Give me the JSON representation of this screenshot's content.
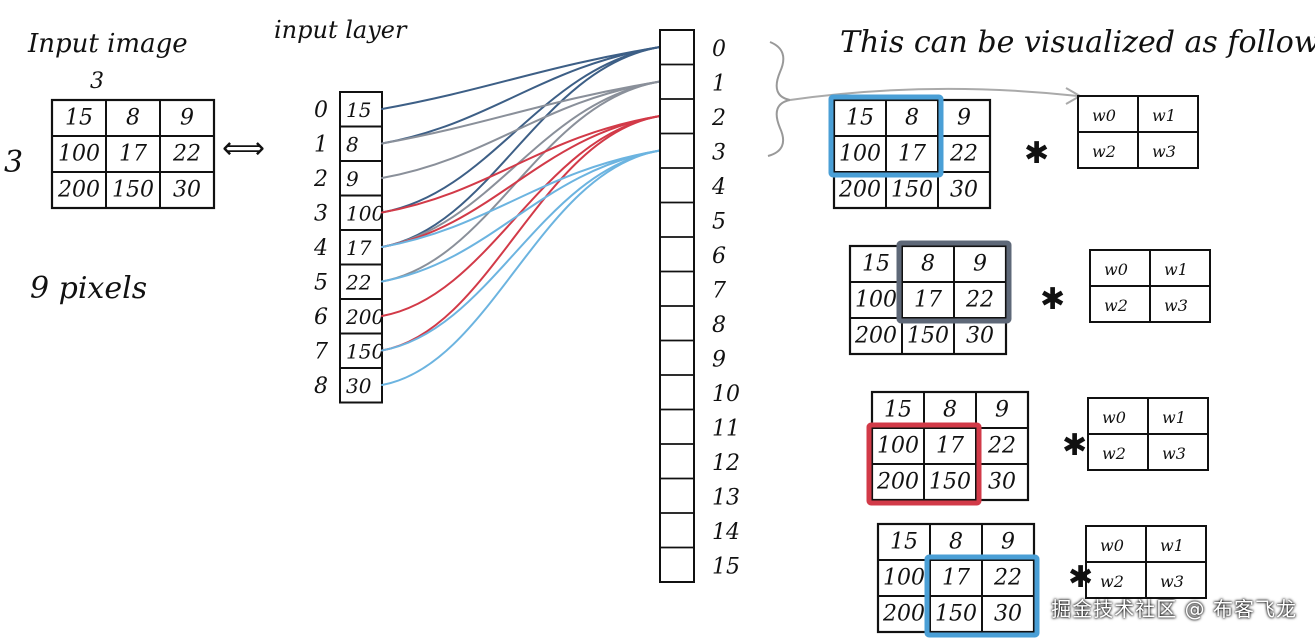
{
  "labels": {
    "input_image": "Input image",
    "input_layer": "input layer",
    "visualized": "This can be visualized as follows",
    "pixels": "9 pixels",
    "dim_w": "3",
    "dim_h": "3",
    "arrow": "⟺",
    "times": "✱"
  },
  "image_grid": [
    "15",
    "8",
    "9",
    "100",
    "17",
    "22",
    "200",
    "150",
    "30"
  ],
  "layer_indices": [
    "0",
    "1",
    "2",
    "3",
    "4",
    "5",
    "6",
    "7",
    "8"
  ],
  "layer_values": [
    "15",
    "8",
    "9",
    "100",
    "17",
    "22",
    "200",
    "150",
    "30"
  ],
  "output_indices": [
    "0",
    "1",
    "2",
    "3",
    "4",
    "5",
    "6",
    "7",
    "8",
    "9",
    "10",
    "11",
    "12",
    "13",
    "14",
    "15"
  ],
  "weights": [
    "w0",
    "w1",
    "w2",
    "w3"
  ],
  "colors": {
    "blue": "#4a9fd6",
    "gray": "#5e6878",
    "red": "#d23a48",
    "navy": "#3d5f86",
    "slate": "#8a909a",
    "lightblue": "#6cb4e0",
    "weight_text": "#b07b6a"
  },
  "watermark": "掘金技术社区 @ 布客飞龙"
}
